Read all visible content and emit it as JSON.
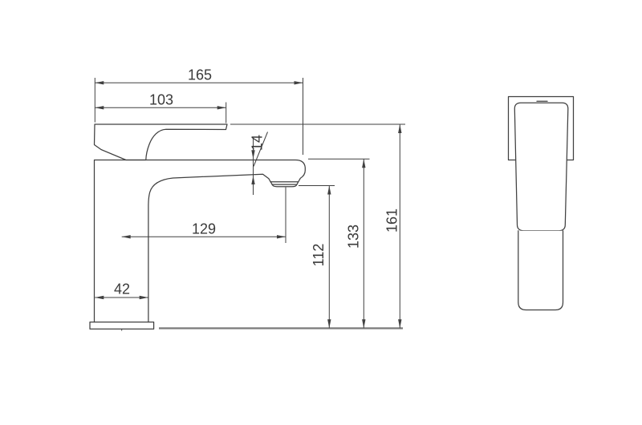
{
  "drawing": {
    "kind": "faucet-technical-drawing",
    "dimensions": {
      "d165": "165",
      "d103": "103",
      "d14": "14",
      "d129": "129",
      "d112": "112",
      "d133": "133",
      "d161": "161",
      "d42": "42"
    }
  },
  "colors": {
    "background": "#ffffff",
    "line": "#404040",
    "dim": "#404040",
    "text": "#3a3a3a",
    "ground": "#7a7a7a"
  }
}
